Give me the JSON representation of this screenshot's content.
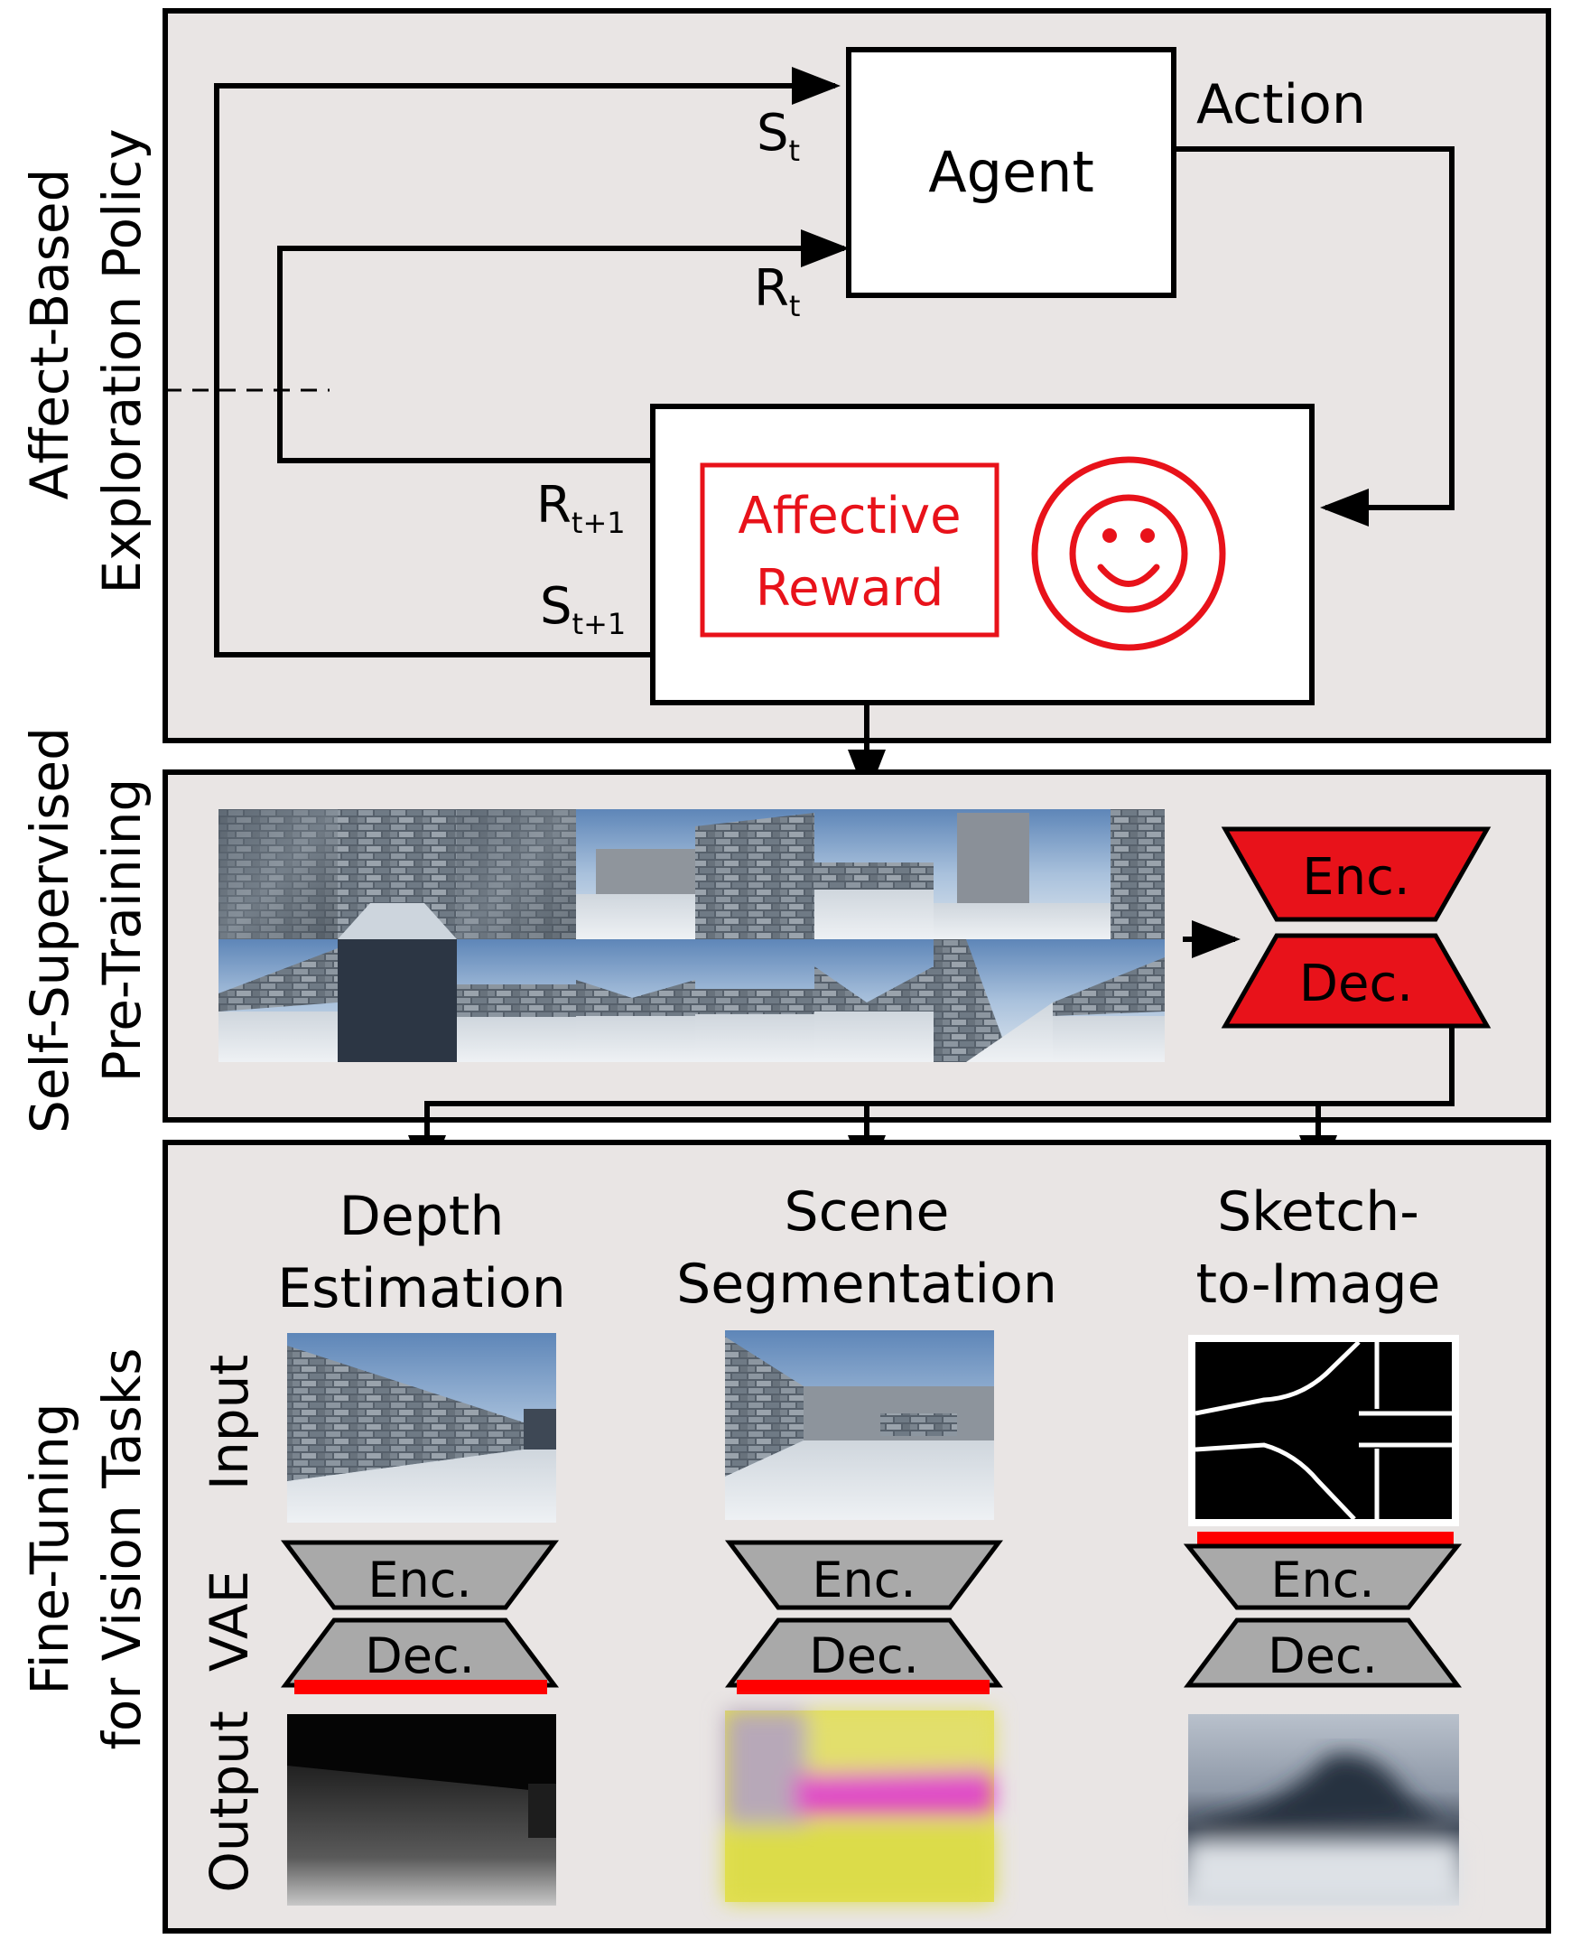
{
  "colors": {
    "panel_bg": "#e9e5e4",
    "accent_red": "#e8121a",
    "vae_gray": "#a9a9a9",
    "border": "#000000"
  },
  "sections": {
    "affect": {
      "title_line1": "Affect-Based",
      "title_line2": "Exploration Policy"
    },
    "pretrain": {
      "title_line1": "Self-Supervised",
      "title_line2": "Pre-Training"
    },
    "finetune": {
      "title_line1": "Fine-Tuning",
      "title_line2": "for Vision Tasks"
    }
  },
  "rl_loop": {
    "agent_label": "Agent",
    "action_label": "Action",
    "state_t": {
      "base": "S",
      "sub": "t"
    },
    "reward_t": {
      "base": "R",
      "sub": "t"
    },
    "reward_t1": {
      "base": "R",
      "sub": "t+1"
    },
    "state_t1": {
      "base": "S",
      "sub": "t+1"
    },
    "affective_line1": "Affective",
    "affective_line2": "Reward",
    "smiley_icon": "smiley-face-icon"
  },
  "pretrain_vae": {
    "enc_label": "Enc.",
    "dec_label": "Dec."
  },
  "tasks": [
    {
      "title_line1": "Depth",
      "title_line2": "Estimation",
      "enc_label": "Enc.",
      "dec_label": "Dec."
    },
    {
      "title_line1": "Scene",
      "title_line2": "Segmentation",
      "enc_label": "Enc.",
      "dec_label": "Dec."
    },
    {
      "title_line1": "Sketch-",
      "title_line2": "to-Image",
      "enc_label": "Enc.",
      "dec_label": "Dec."
    }
  ],
  "row_labels": {
    "input": "Input",
    "vae": "VAE",
    "output": "Output"
  }
}
